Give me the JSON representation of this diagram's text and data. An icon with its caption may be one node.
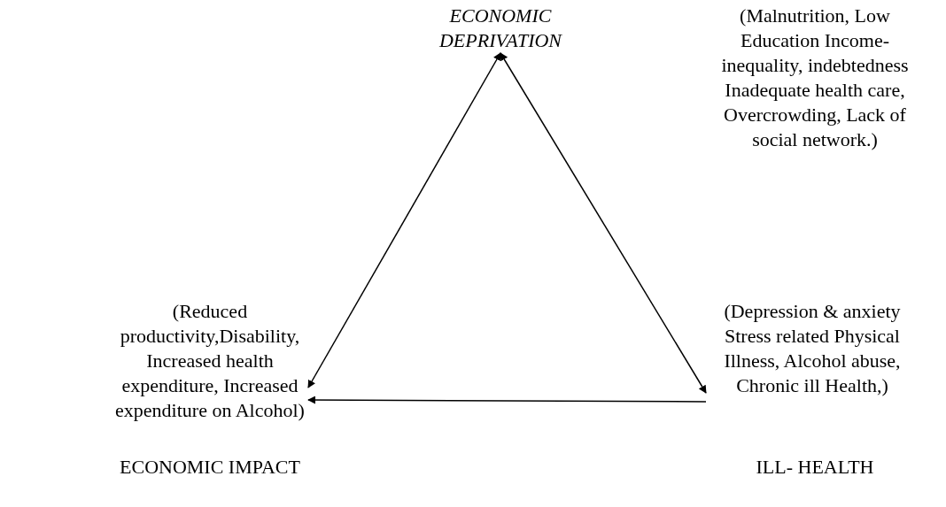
{
  "diagram": {
    "nodes": [
      {
        "text": [
          "ECONOMIC DEPRIVATION"
        ]
      },
      {
        "text": [
          "(Reduced productivity,Disability, Increased health expenditure, Increased expenditure on Alcohol)"
        ],
        "beside": [
          "ECONOMIC IMPACT"
        ]
      },
      {
        "text": [
          "(Depression & anxiety Stress related Physical Illness, Alcohol abuse, Chronic ill Health,)"
        ],
        "beside": [
          "ILL- HEALTH"
        ]
      }
    ],
    "edges": [
      {
        "from": 0,
        "to": 1,
        "arrow": "both"
      },
      {
        "from": 0,
        "to": 2,
        "arrow": "both"
      },
      {
        "from": 2,
        "to": 1,
        "arrow": "to"
      }
    ],
    "labels": [
      "(Malnutrition, Low Education Income-inequality, indebtedness Inadequate health care, Overcrowding, Lack of social network.)"
    ]
  }
}
